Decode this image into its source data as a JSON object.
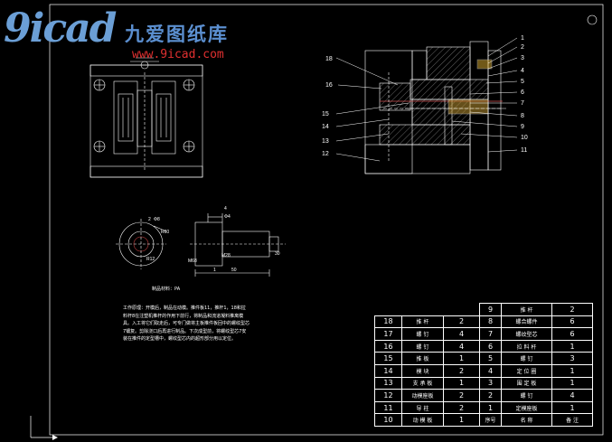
{
  "watermark": {
    "logo_text": "9icad",
    "site_name_cn": "九爱图纸库",
    "url": "www.9icad.com"
  },
  "drawing": {
    "material_label": "制品材料：PA",
    "work_note": "工作原理：开模后，制品在动模。推件板11，推杆1，18和拉料杆8在注塑机推杆的作用下前行，将制品和流道凝料推离模具。入工将它们取走后，可专门做将主板推件板回中的螺纹型芯7镶复。剪除浇口后再进行制品。下次成型前，将螺纹型芯7安装在推件的定型槽中，螺纹型芯内的超形部分用以定位。",
    "callouts_right": [
      "1",
      "2",
      "3",
      "4",
      "5",
      "6",
      "7",
      "8",
      "9",
      "10",
      "11"
    ],
    "callouts_left": [
      "18",
      "16",
      "15",
      "14",
      "13",
      "12"
    ],
    "part_dims": [
      "2",
      "Φ8",
      "R60",
      "4",
      "Φ4",
      "50",
      "1",
      "M28",
      "M68",
      "30",
      "R12",
      "3",
      "2"
    ]
  },
  "bom": {
    "header_right": [
      "9",
      "推 杆",
      "2"
    ],
    "rows": [
      {
        "no_l": "18",
        "name_l": "推 杆",
        "qty_l": "2",
        "no_r": "8",
        "name_r": "螺合螺件",
        "qty_r": "6"
      },
      {
        "no_l": "17",
        "name_l": "螺 钉",
        "qty_l": "4",
        "no_r": "7",
        "name_r": "螺纹型芯",
        "qty_r": "6"
      },
      {
        "no_l": "16",
        "name_l": "螺 钉",
        "qty_l": "4",
        "no_r": "6",
        "name_r": "拉 料 杆",
        "qty_r": "1"
      },
      {
        "no_l": "15",
        "name_l": "推 板",
        "qty_l": "1",
        "no_r": "5",
        "name_r": "螺 钉",
        "qty_r": "3"
      },
      {
        "no_l": "14",
        "name_l": "模 块",
        "qty_l": "2",
        "no_r": "4",
        "name_r": "定 位 圈",
        "qty_r": "1"
      },
      {
        "no_l": "13",
        "name_l": "支 承 板",
        "qty_l": "1",
        "no_r": "3",
        "name_r": "围 定 板",
        "qty_r": "1"
      },
      {
        "no_l": "12",
        "name_l": "动模座板",
        "qty_l": "2",
        "no_r": "2",
        "name_r": "螺 钉",
        "qty_r": "4"
      },
      {
        "no_l": "11",
        "name_l": "导 柱",
        "qty_l": "2",
        "no_r": "1",
        "name_r": "定模座板",
        "qty_r": "1"
      },
      {
        "no_l": "10",
        "name_l": "动 模 板",
        "qty_l": "1",
        "no_r": "序号",
        "name_r": "名    称",
        "qty_r": "备 注"
      }
    ]
  }
}
